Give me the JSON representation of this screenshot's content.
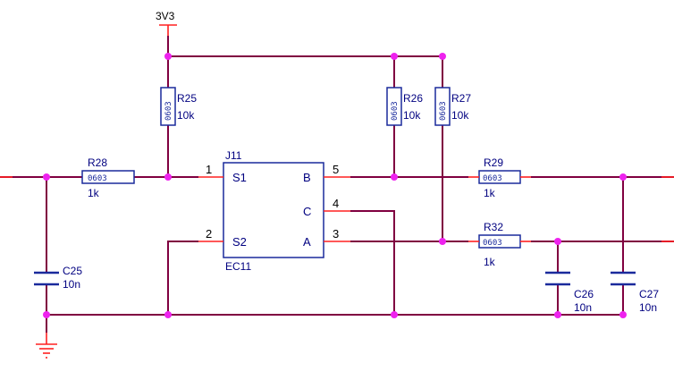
{
  "power": {
    "net_label": "3V3"
  },
  "resistors": {
    "r25": {
      "ref": "R25",
      "value": "10k",
      "package": "0603"
    },
    "r26": {
      "ref": "R26",
      "value": "10k",
      "package": "0603"
    },
    "r27": {
      "ref": "R27",
      "value": "10k",
      "package": "0603"
    },
    "r28": {
      "ref": "R28",
      "value": "1k",
      "package": "0603"
    },
    "r29": {
      "ref": "R29",
      "value": "1k",
      "package": "0603"
    },
    "r32": {
      "ref": "R32",
      "value": "1k",
      "package": "0603"
    }
  },
  "capacitors": {
    "c25": {
      "ref": "C25",
      "value": "10n"
    },
    "c26": {
      "ref": "C26",
      "value": "10n"
    },
    "c27": {
      "ref": "C27",
      "value": "10n"
    }
  },
  "encoder": {
    "ref": "J11",
    "part": "EC11",
    "pins": {
      "s1": {
        "number": "1",
        "name": "S1"
      },
      "s2": {
        "number": "2",
        "name": "S2"
      },
      "b": {
        "number": "5",
        "name": "B"
      },
      "c": {
        "number": "4",
        "name": "C"
      },
      "a": {
        "number": "3",
        "name": "A"
      }
    }
  },
  "colors": {
    "wire": "#800040",
    "lead": "#ff2020",
    "component": "#1a2a9c",
    "junction": "#ee22ee",
    "label": "#000080"
  }
}
